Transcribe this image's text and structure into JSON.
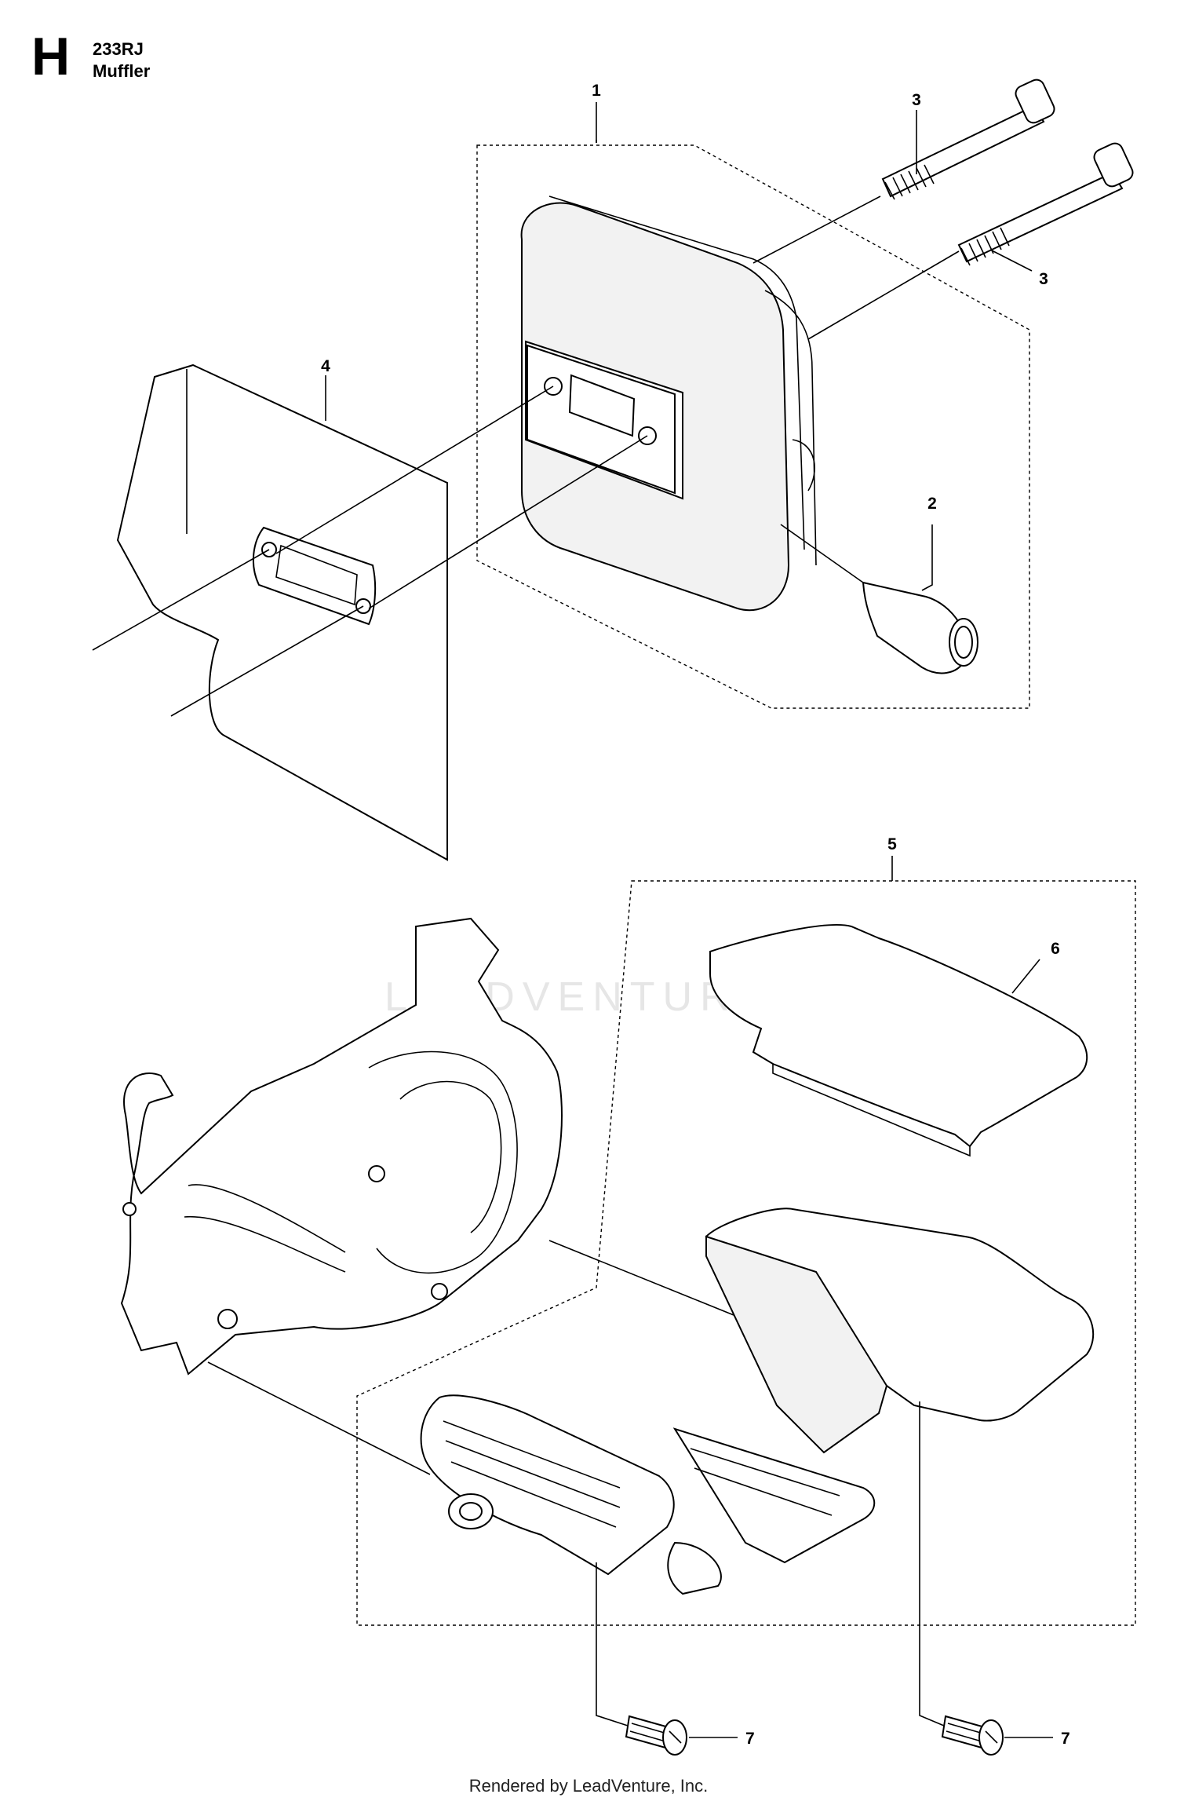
{
  "header": {
    "section_letter": "H",
    "model": "233RJ",
    "title": "Muffler"
  },
  "watermark": "LEADVENTURE",
  "footer": "Rendered by LeadVenture, Inc.",
  "callouts": [
    "1",
    "2",
    "3",
    "3",
    "4",
    "5",
    "6",
    "7",
    "7"
  ]
}
